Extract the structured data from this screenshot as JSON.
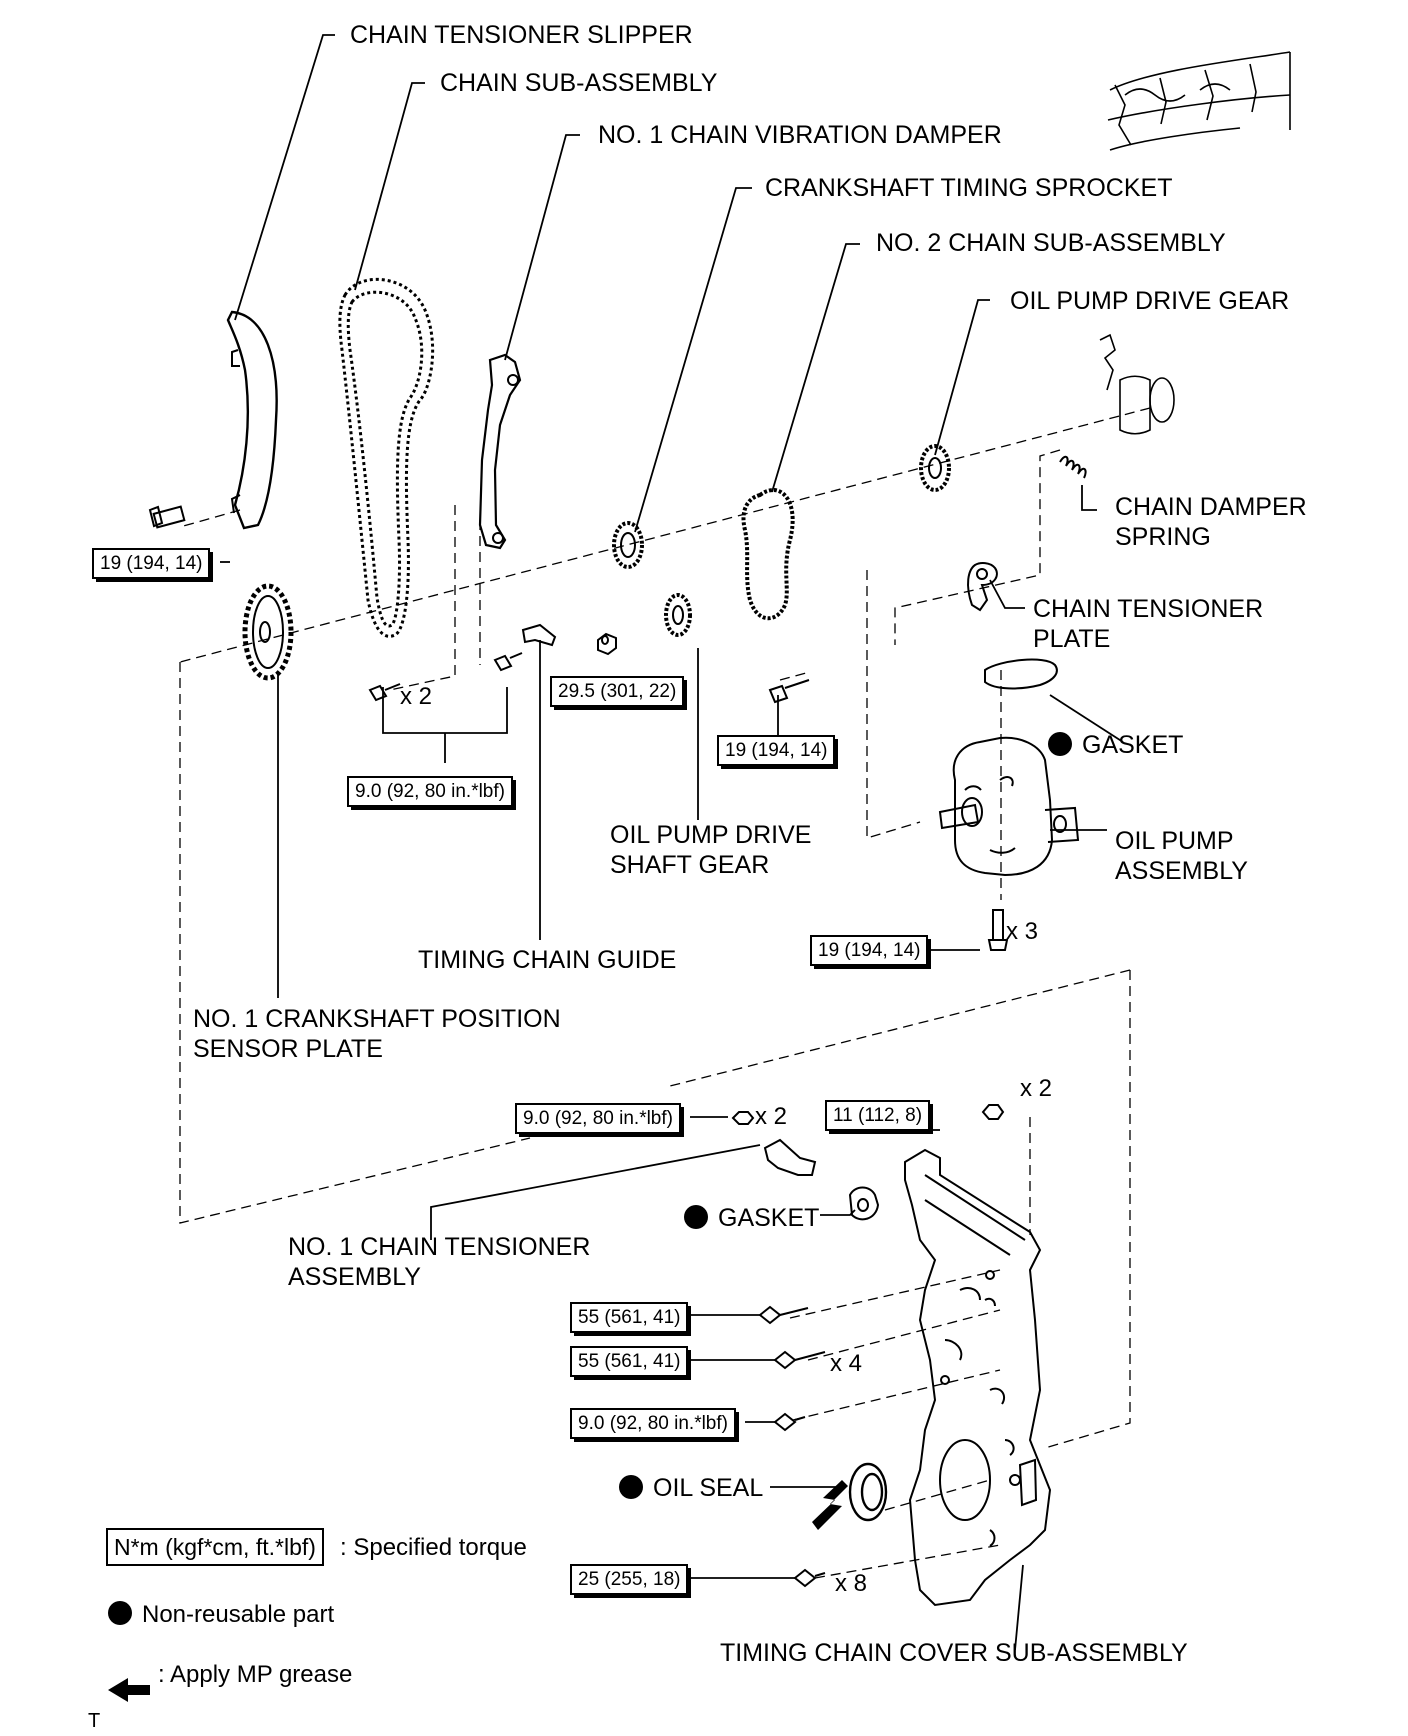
{
  "labels": {
    "chain_tensioner_slipper": "CHAIN TENSIONER SLIPPER",
    "chain_sub_assembly": "CHAIN SUB-ASSEMBLY",
    "no1_chain_vibration_damper": "NO. 1 CHAIN VIBRATION DAMPER",
    "crankshaft_timing_sprocket": "CRANKSHAFT TIMING SPROCKET",
    "no2_chain_sub_assembly": "NO. 2 CHAIN SUB-ASSEMBLY",
    "oil_pump_drive_gear": "OIL PUMP DRIVE GEAR",
    "chain_damper_spring": "CHAIN DAMPER\nSPRING",
    "chain_tensioner_plate": "CHAIN TENSIONER\nPLATE",
    "gasket_pump": "GASKET",
    "oil_pump_drive_shaft_gear": "OIL PUMP DRIVE\nSHAFT GEAR",
    "oil_pump_assembly": "OIL PUMP\nASSEMBLY",
    "timing_chain_guide": "TIMING CHAIN GUIDE",
    "no1_crankshaft_position_sensor_plate": "NO. 1 CRANKSHAFT POSITION\nSENSOR PLATE",
    "no1_chain_tensioner_assembly": "NO. 1 CHAIN TENSIONER\nASSEMBLY",
    "gasket_tensioner": "GASKET",
    "oil_seal": "OIL SEAL",
    "timing_chain_cover_sub_assembly": "TIMING CHAIN COVER SUB-ASSEMBLY"
  },
  "torques": {
    "slipper_bolt": "19 (194, 14)",
    "damper_bolts": "9.0 (92, 80 in.*lbf)",
    "shaft_gear_nut": "29.5 (301, 22)",
    "tensioner_plate_bolt": "19 (194, 14)",
    "oil_pump_bolts": "19 (194, 14)",
    "tensioner_nuts": "9.0 (92, 80 in.*lbf)",
    "cover_nuts": "11 (112, 8)",
    "cover_bolt_a": "55 (561, 41)",
    "cover_bolt_b": "55 (561, 41)",
    "cover_bolt_c": "9.0 (92, 80 in.*lbf)",
    "cover_bolts_d": "25 (255, 18)"
  },
  "quantities": {
    "damper_bolts": "x 2",
    "oil_pump_bolts": "x 3",
    "cover_nuts": "x 2",
    "tensioner_nuts": "x 2",
    "cover_bolts_b": "x 4",
    "cover_bolts_d": "x 8"
  },
  "legend": {
    "torque_box": "N*m (kgf*cm, ft.*lbf)",
    "torque_text": ": Specified torque",
    "non_reusable_text": "Non-reusable part",
    "grease_text": ": Apply MP grease"
  },
  "footer_mark": "T"
}
